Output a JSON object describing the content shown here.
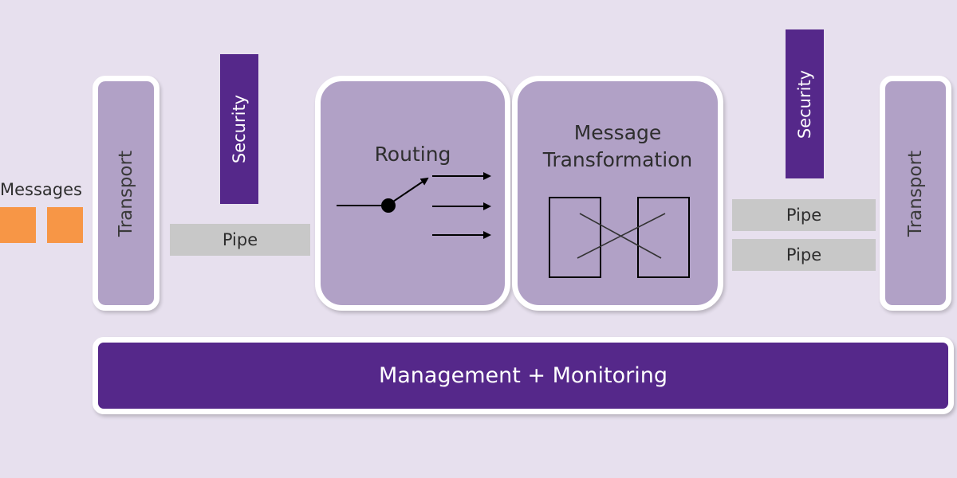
{
  "messages": {
    "label": "Messages"
  },
  "transport_left": {
    "label": "Transport"
  },
  "transport_right": {
    "label": "Transport"
  },
  "security_left": {
    "label": "Security"
  },
  "security_right": {
    "label": "Security"
  },
  "pipe_left": {
    "label": "Pipe"
  },
  "pipe_right_top": {
    "label": "Pipe"
  },
  "pipe_right_bottom": {
    "label": "Pipe"
  },
  "routing": {
    "title": "Routing"
  },
  "transformation": {
    "title_line1": "Message",
    "title_line2": "Transformation"
  },
  "management": {
    "label": "Management + Monitoring"
  },
  "colors": {
    "background": "#e7e0ee",
    "lavender": "#b1a1c6",
    "purple": "#55288a",
    "pipe_gray": "#c8c8c8",
    "message_orange": "#f79646"
  }
}
